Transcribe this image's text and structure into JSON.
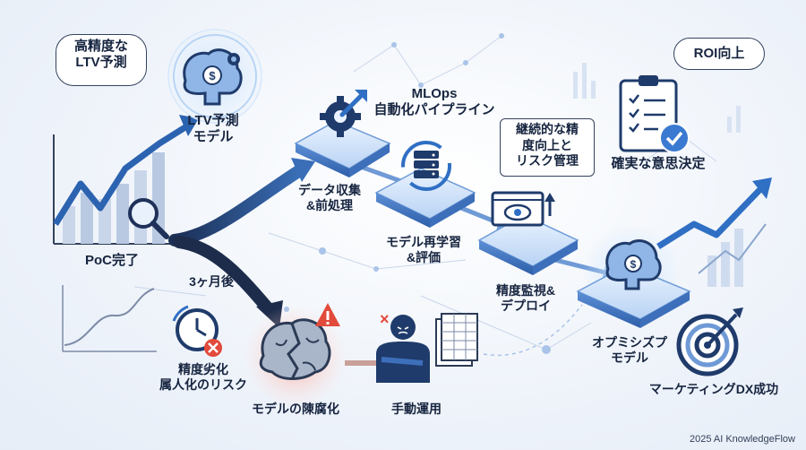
{
  "bubbles": {
    "ltv_forecast": "高精度な\nLTV予測",
    "roi": "ROI向上"
  },
  "labels": {
    "ltv_model": "LTV予測\nモデル",
    "poc_done": "PoC完了",
    "three_months": "3ヶ月後",
    "data_collection": "データ収集\n&前処理",
    "mlops": "MLOps\n自動化パイプライン",
    "retrain": "モデル再学習\n&評価",
    "monitor_deploy": "精度監視&\nデプロイ",
    "optimized_model": "オプミシズプ\nモデル",
    "reliable_decision": "確実な意思決定",
    "marketing_dx": "マーケティングDX成功",
    "accuracy_risk": "精度劣化\n属人化のリスク",
    "model_decay": "モデルの陳腐化",
    "manual_ops": "手動運用"
  },
  "callout": "継続的な精\n度向上と\nリスク管理",
  "credit": "2025 AI KnowledgeFlow",
  "colors": {
    "accent_blue": "#2f6fc4",
    "navy": "#1f3b6b",
    "danger_red": "#e24a3b",
    "success_blue": "#3a7ad1"
  },
  "icons": [
    "brain-dollar-icon",
    "gear-arrow-icon",
    "server-cycle-icon",
    "monitor-eye-icon",
    "clipboard-check-icon",
    "target-icon",
    "clock-x-icon",
    "broken-brain-icon",
    "warning-icon",
    "frustrated-person-icon",
    "spreadsheet-icon",
    "magnifier-icon"
  ]
}
